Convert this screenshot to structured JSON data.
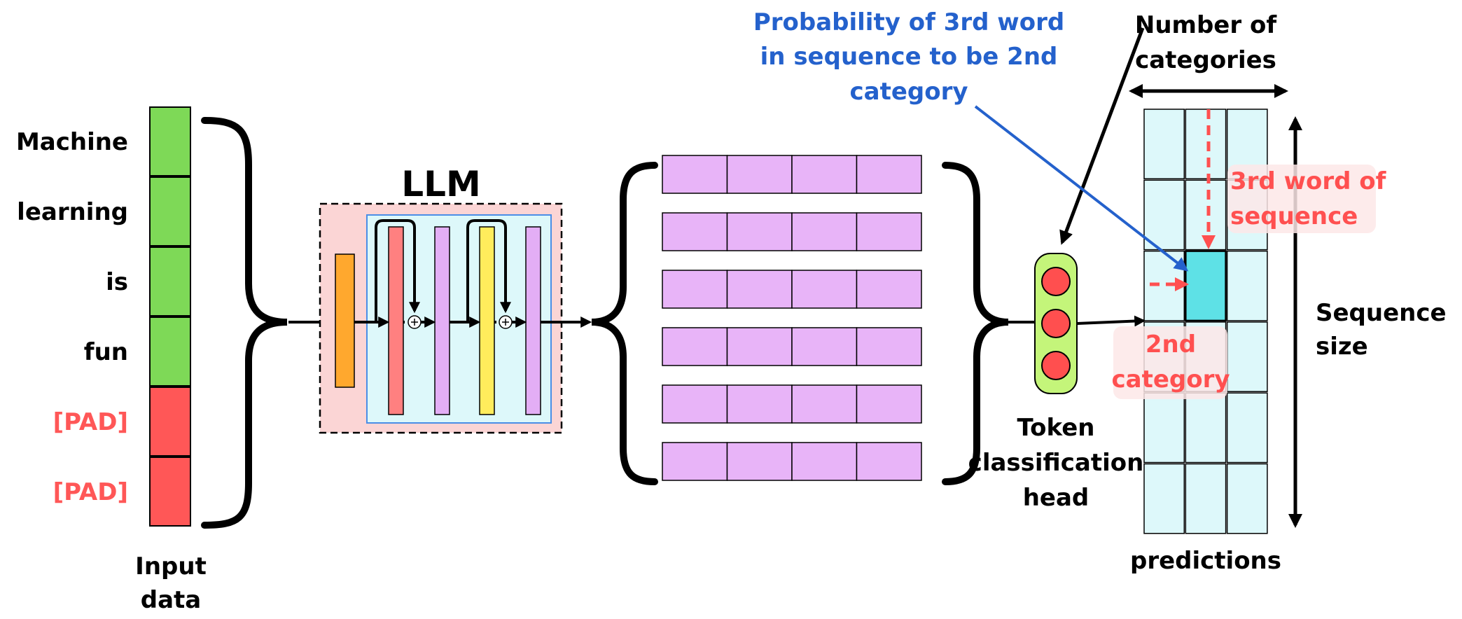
{
  "input": {
    "tokens": [
      {
        "label": "Machine",
        "kind": "word"
      },
      {
        "label": "learning",
        "kind": "word"
      },
      {
        "label": "is",
        "kind": "word"
      },
      {
        "label": "fun",
        "kind": "word"
      },
      {
        "label": "[PAD]",
        "kind": "pad"
      },
      {
        "label": "[PAD]",
        "kind": "pad"
      }
    ],
    "caption_line1": "Input",
    "caption_line2": "data"
  },
  "llm": {
    "title": "LLM"
  },
  "embeddings": {
    "rows": 6,
    "cols": 4
  },
  "head": {
    "caption_line1": "Token",
    "caption_line2": "classification",
    "caption_line3": "head",
    "nodes": 3
  },
  "predictions": {
    "caption": "predictions",
    "rows": 6,
    "cols": 3,
    "highlight": {
      "row": 3,
      "col": 2
    }
  },
  "annotations": {
    "num_categories_line1": "Number of",
    "num_categories_line2": "categories",
    "sequence_size_line1": "Sequence",
    "sequence_size_line2": "size",
    "probability_line1": "Probability of 3rd word",
    "probability_line2": "in sequence to be 2nd",
    "probability_line3": "category",
    "third_word_line1": "3rd word of",
    "third_word_line2": "sequence",
    "second_cat_line1": "2nd",
    "second_cat_line2": "category"
  },
  "colors": {
    "word_cell": "#7ed957",
    "pad_cell": "#ff5757",
    "pad_text": "#ff5757",
    "embedding_cell": "#e8b4f8",
    "llm_outer_bg": "#fbd5d5",
    "llm_inner_bg": "#ddf8fa",
    "llm_inner_border": "#4a8ee6",
    "block_orange": "#ffa82e",
    "block_salmon": "#ff8080",
    "block_violet": "#e3aef5",
    "block_yellow": "#ffec5c",
    "head_bg": "#c4f57a",
    "head_node": "#ff4f4f",
    "pred_cell": "#ddf8fa",
    "pred_highlight": "#5ee1e6",
    "annotation_blue": "#2461cc",
    "annotation_red": "#ff5050"
  }
}
